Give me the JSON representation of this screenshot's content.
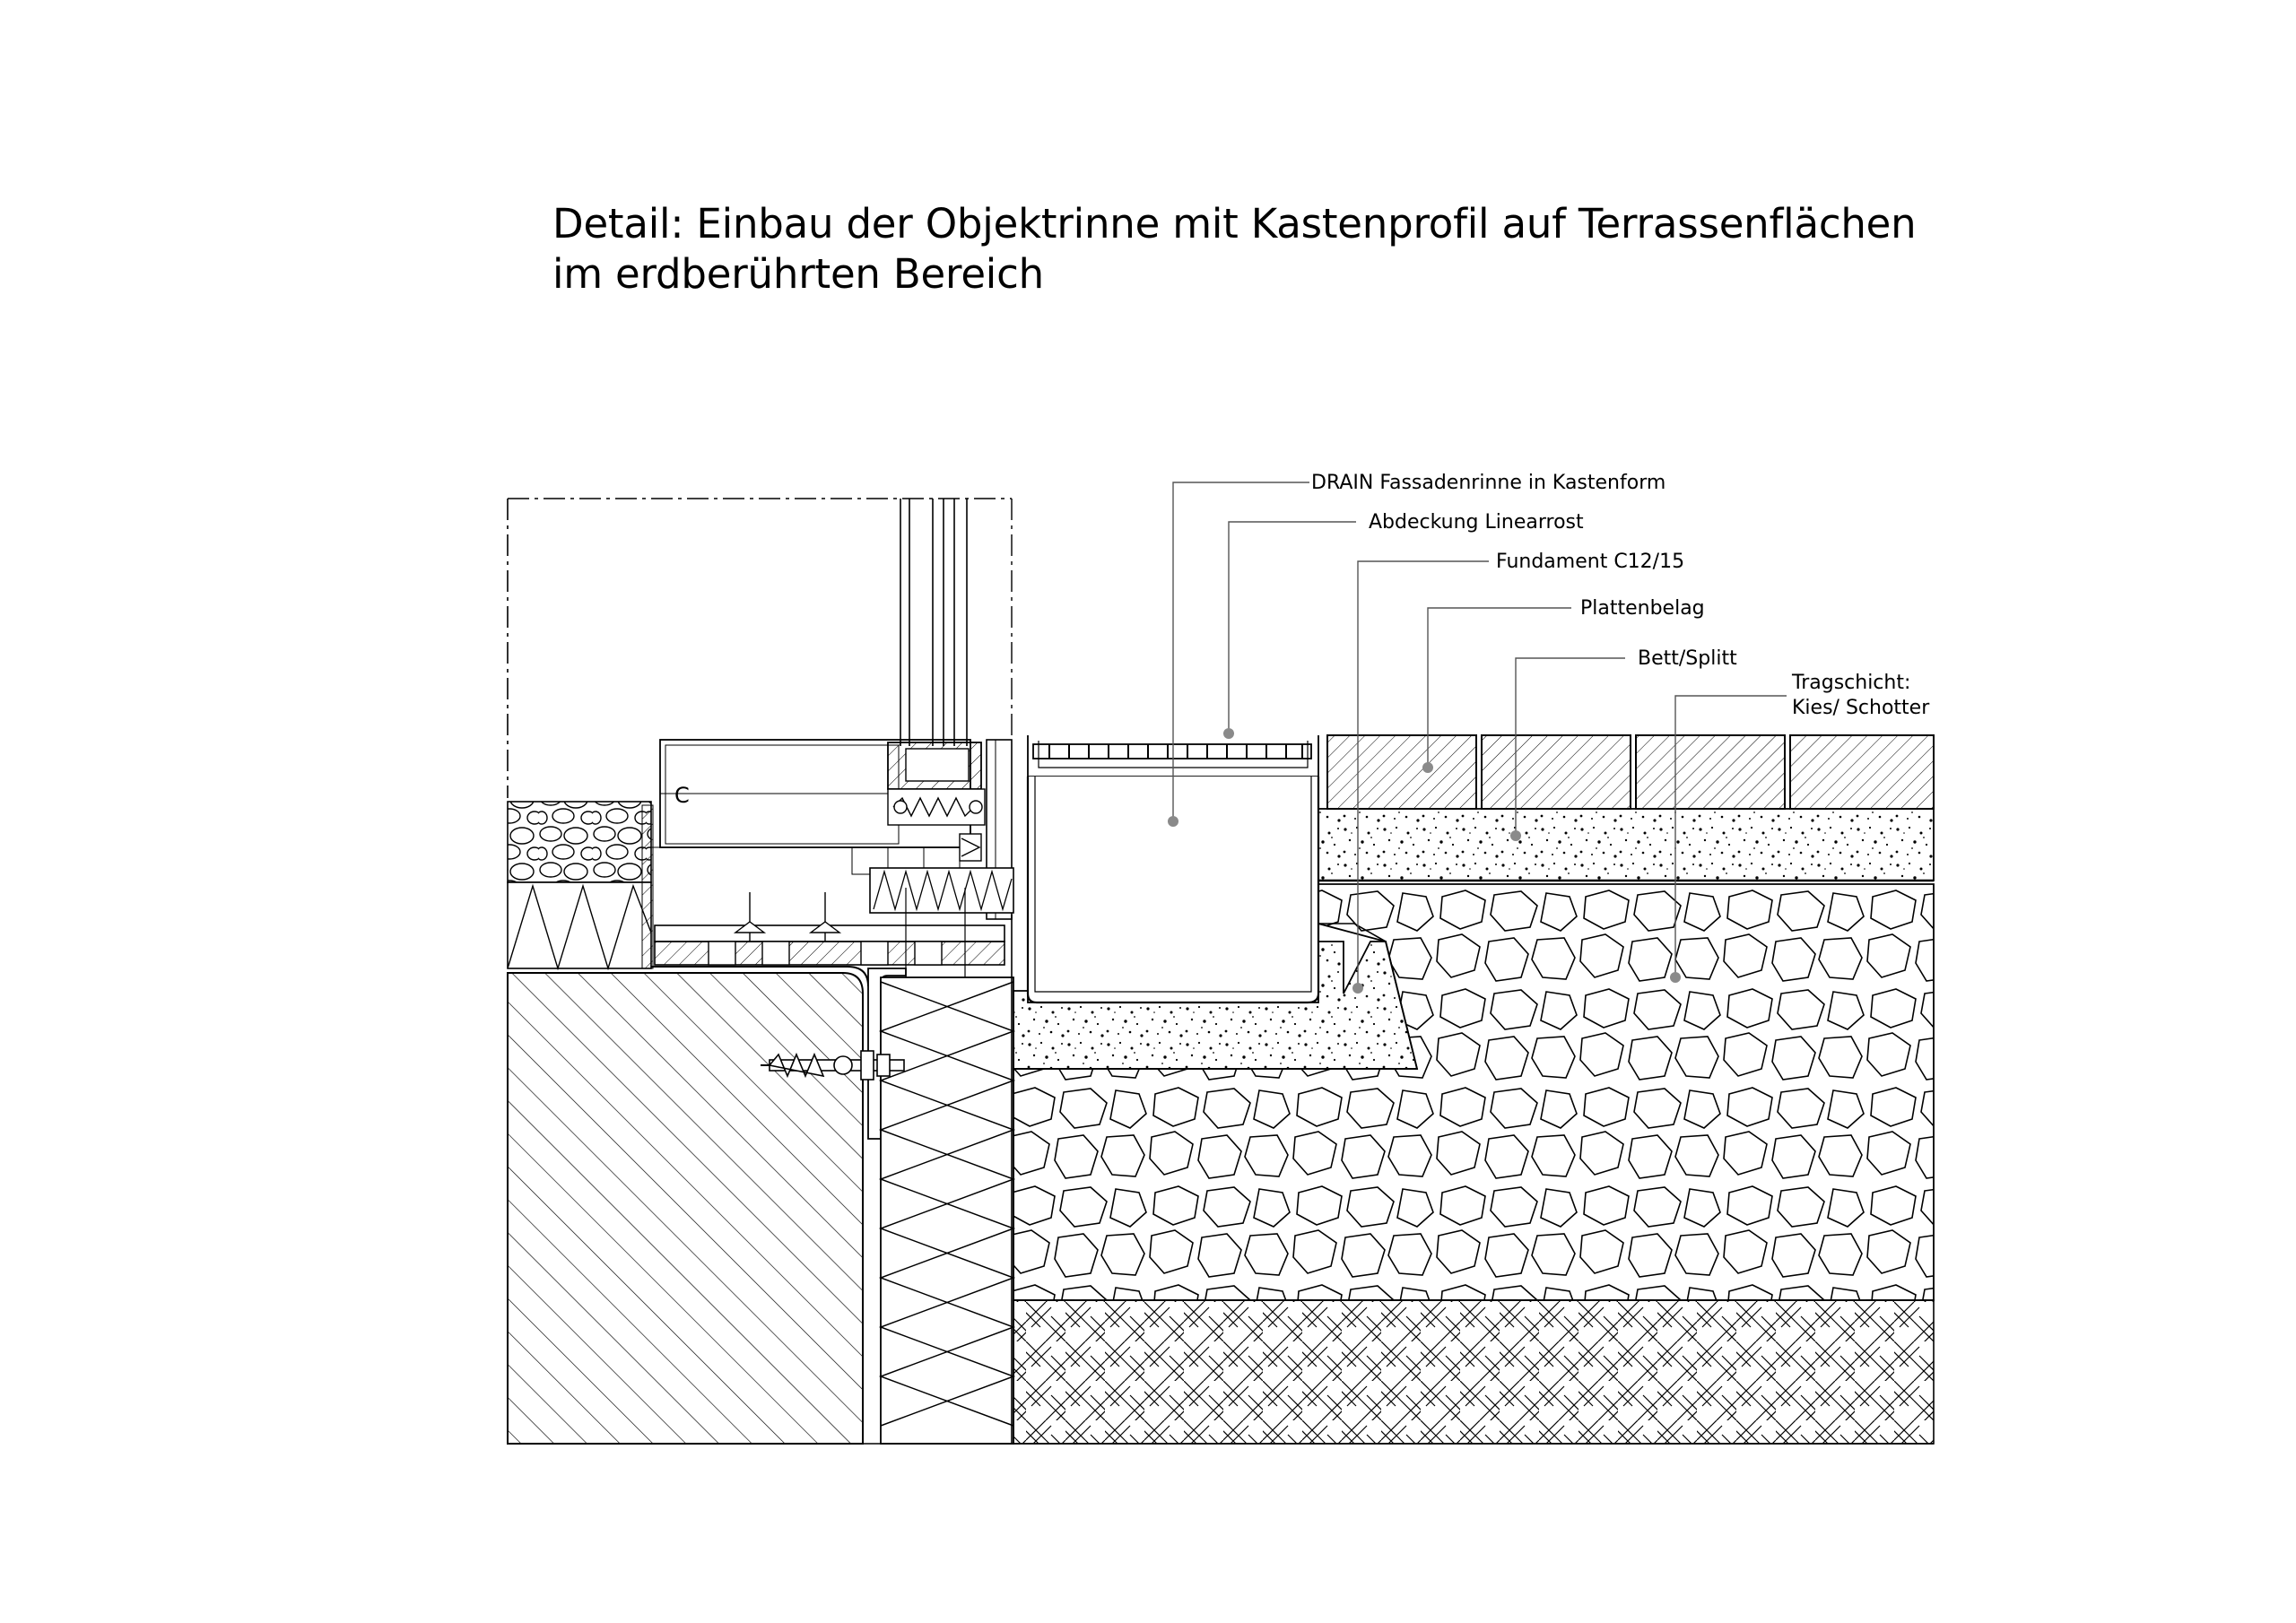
{
  "title": {
    "line1": "Detail: Einbau der Objektrinne  mit Kastenprofil auf Terrassenflächen",
    "line2": "im erdberührten Bereich"
  },
  "labels": {
    "drain": "DRAIN Fassadenrinne in Kastenform",
    "abdeckung": "Abdeckung Linearrost",
    "fundament": "Fundament C12/15",
    "plattenbelag": "Plattenbelag",
    "bett": "Bett/Splitt",
    "tragschicht_1": "Tragschicht:",
    "tragschicht_2": "Kies/ Schotter"
  },
  "colors": {
    "line": "#000000",
    "leader": "#555555",
    "dot": "#8a8a8a"
  }
}
